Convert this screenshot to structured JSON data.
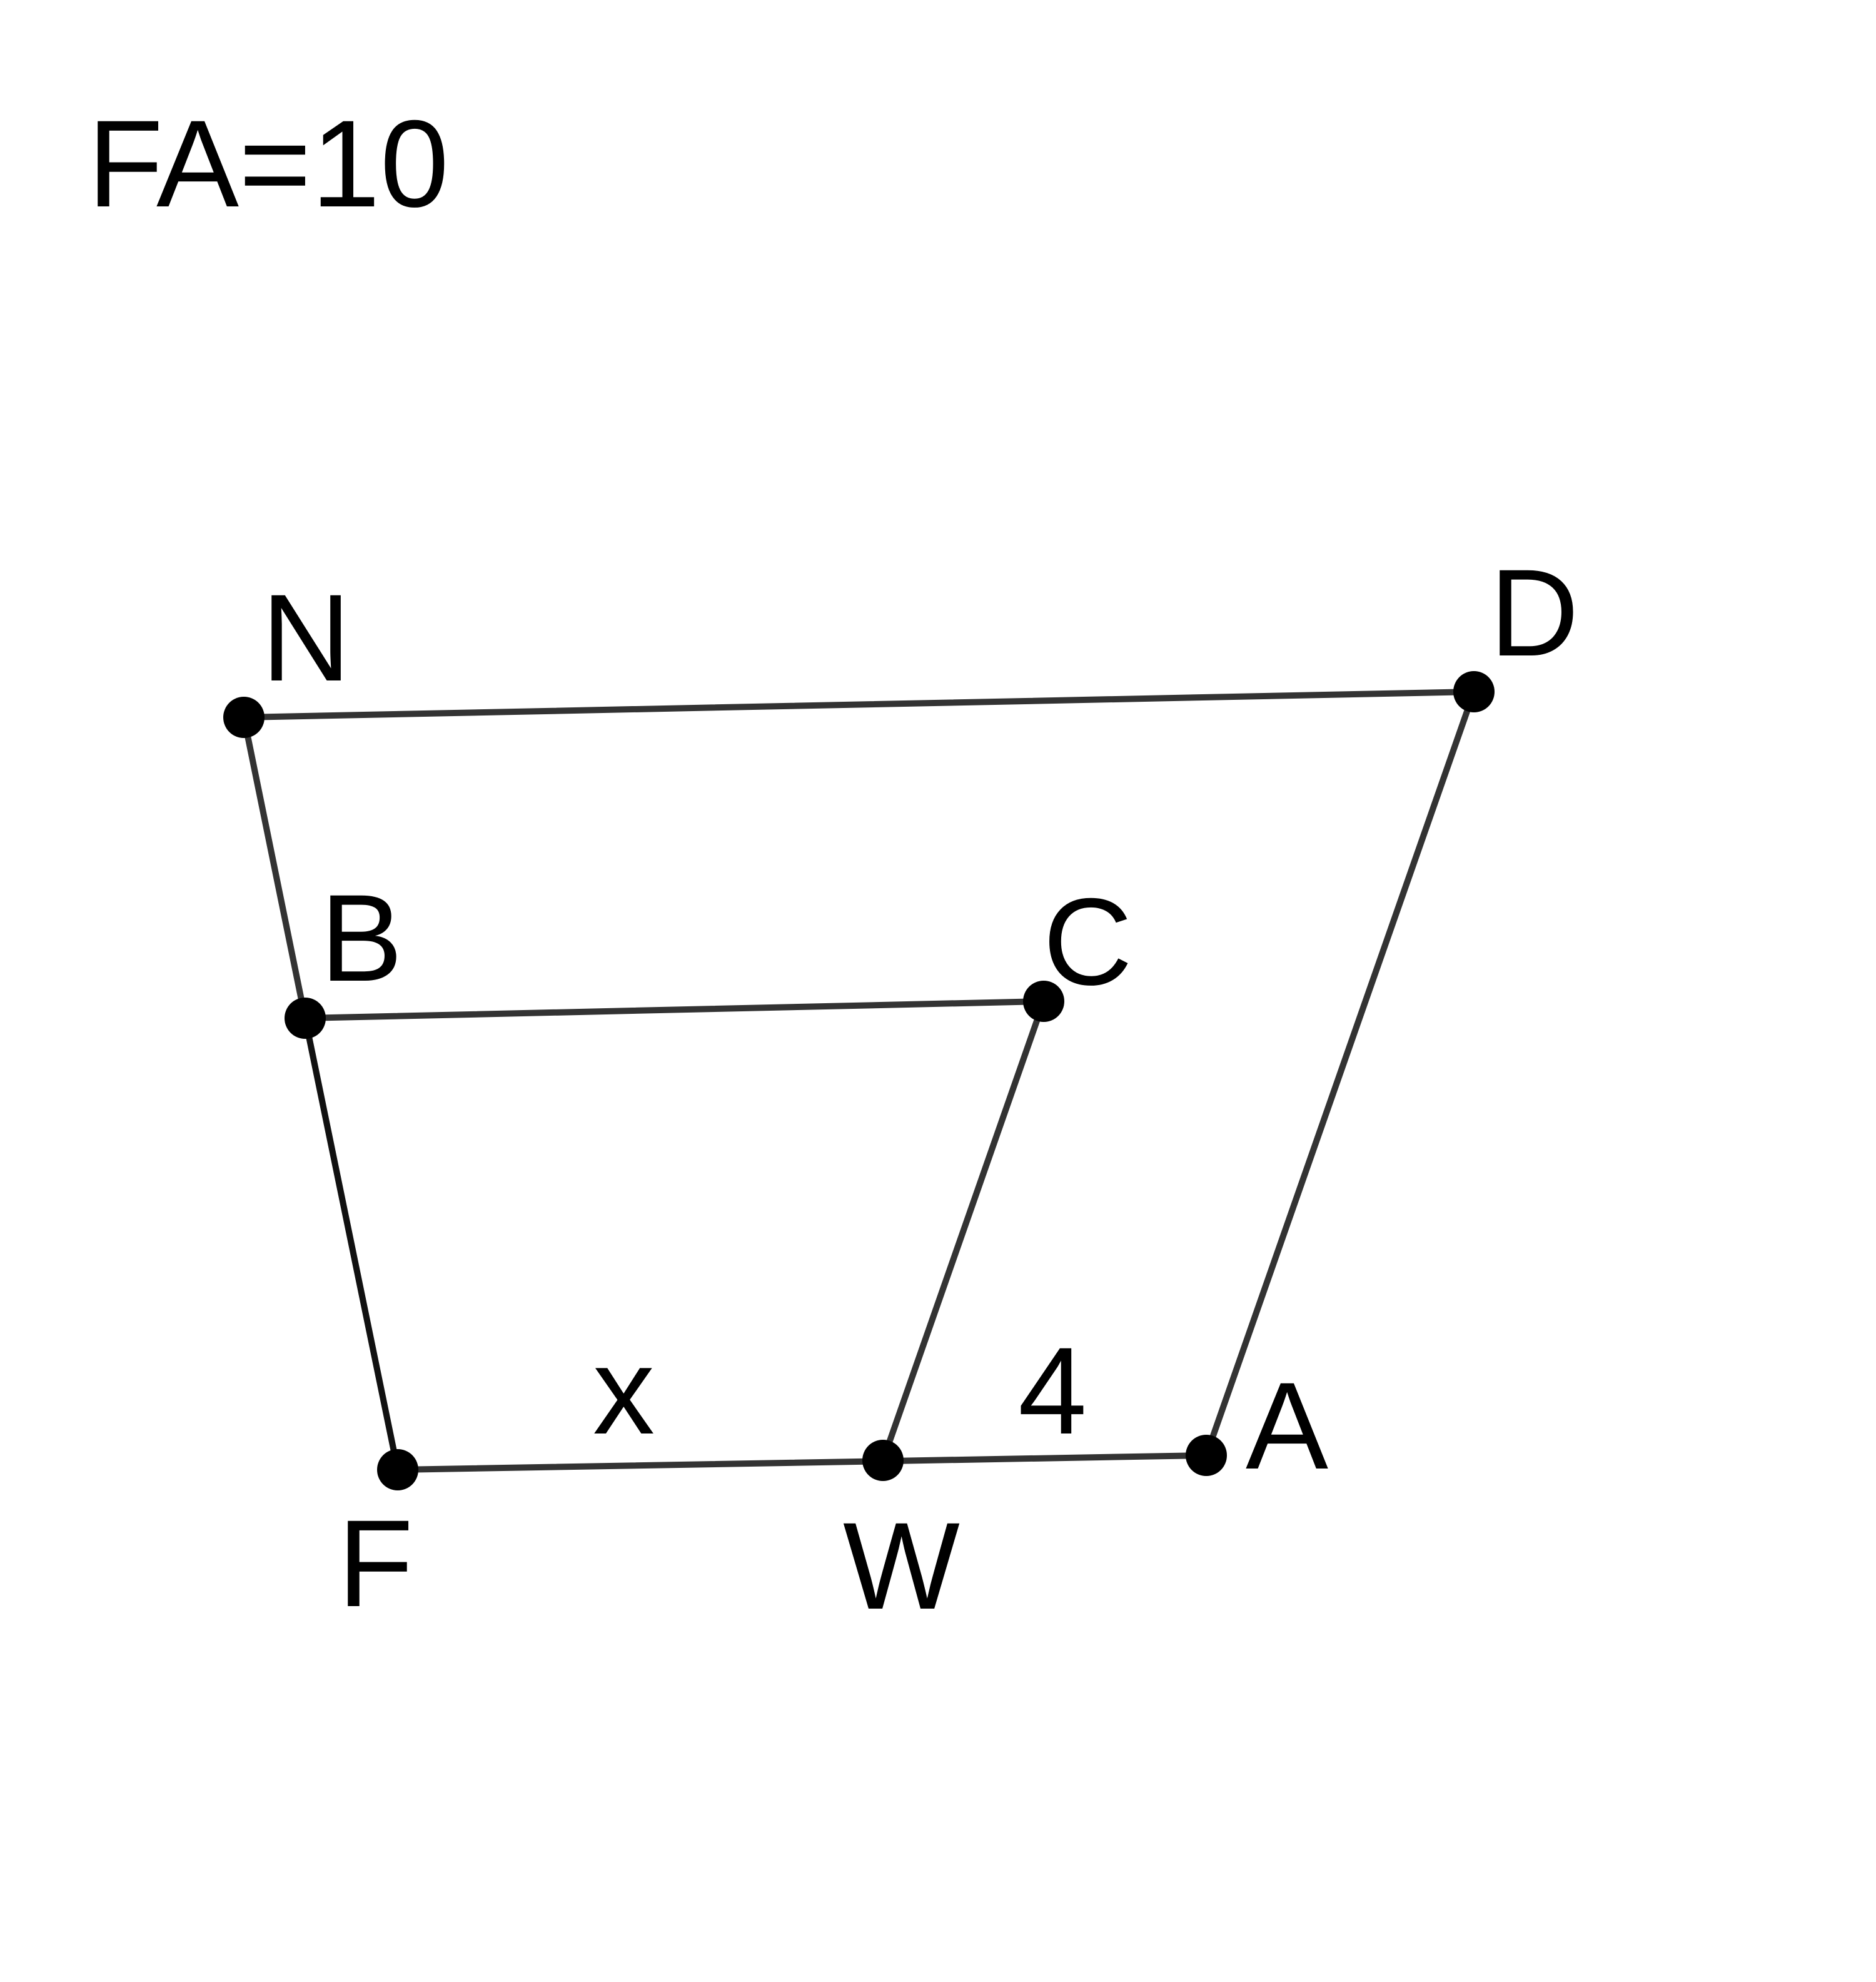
{
  "given": "FA=10",
  "points": {
    "N": "N",
    "D": "D",
    "B": "B",
    "C": "C",
    "F": "F",
    "W": "W",
    "A": "A"
  },
  "segment_labels": {
    "FW": "x",
    "WA": "4"
  },
  "colors": {
    "line": "#333333",
    "point": "#000000",
    "text": "#000000",
    "background": "#ffffff"
  }
}
